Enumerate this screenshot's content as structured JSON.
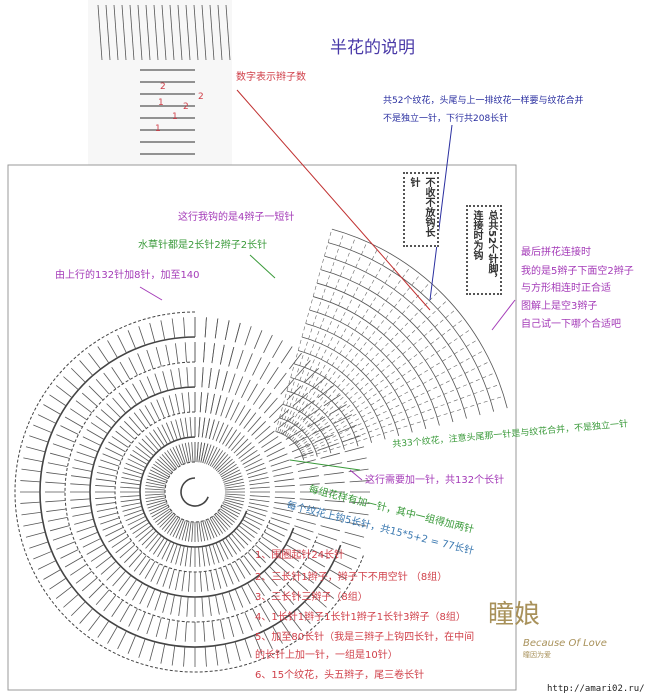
{
  "title": "半花的说明",
  "annotations": {
    "numbers_mean_chains": "数字表示辫子数",
    "blue_note_line1": "共52个纹花，头尾与上一排纹花一样要与纹花合并",
    "blue_note_line2": "不是独立一针，下行共208长针",
    "row_4chain": "这行我钩的是4辫子一短针",
    "leaf_stitch": "水草针都是2长针2辫子2长针",
    "increase_140": "由上行的132针加8针，加至140",
    "join_line1": "最后拼花连接时",
    "join_line2": "我的是5辫子下面空2辫子",
    "join_line3": "与方形相连时正合适",
    "join_line4": "图解上是空3辫子",
    "join_line5": "自己试一下哪个合适吧",
    "shells_33": "共33个纹花，注意头尾那一针是与纹花合并，不是独立一针",
    "add_one_132": "这行需要加一针，共132个长针",
    "each_group": "每组花样有加一针，其中一组得加两针",
    "each_shell": "每个纹花上钩5长针，共15*5+2 = 77长针",
    "box_left": "不收不放钩长针",
    "box_right": "总共52个针脚，连接时为钩"
  },
  "steps": [
    "1、围圈起针24长针",
    "2、三长针1辫子，辫子下不用空针 （8组）",
    "3、三长针三辫子（8组）",
    "4、1长针1辫子1长针1辫子1长针3辫子（8组）",
    "5、加至80长针（我是三辫子上钩四长针，在中间",
    "的长针上加一针，一组是10针）",
    "6、15个纹花，头五辫子，尾三卷长针"
  ],
  "logo": {
    "name": "瞳娘",
    "tagline": "Because Of Love",
    "sub": "瞳因为爱"
  },
  "watermark": "http://amari02.ru/",
  "snippet_numbers": [
    "2",
    "2",
    "1",
    "2",
    "1",
    "1"
  ],
  "colors": {
    "red": "#d0404a",
    "blue": "#2a2fa0",
    "purple": "#a43bb8",
    "green": "#3a9a3a",
    "logo": "#a8915a"
  }
}
